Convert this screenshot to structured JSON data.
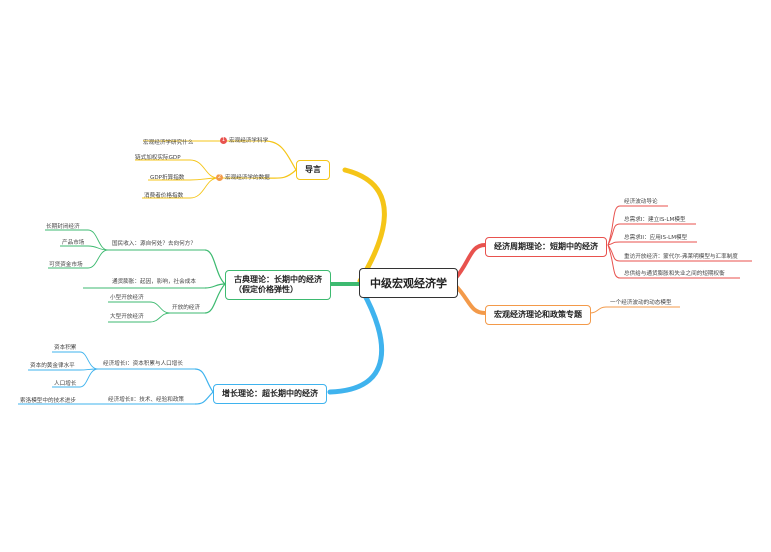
{
  "root": "中级宏观经济学",
  "intro": {
    "title": "导言",
    "items": [
      {
        "badge": "1",
        "badge_color": "#e8524e",
        "label": "宏观经济学科学",
        "children": [
          "宏观经济学研究什么"
        ]
      },
      {
        "badge": "2",
        "badge_color": "#f39a4a",
        "label": "宏观经济学的数据",
        "children": [
          "链式加权实际GDP",
          "GDP折算指数",
          "消费者价格指数"
        ]
      }
    ]
  },
  "classical": {
    "title_line1": "古典理论：长期中的经济",
    "title_line2": "（假定价格弹性）",
    "sub1": {
      "label": "国民收入：源自何处？去向何方？",
      "children": [
        "长期封闭经济",
        "产品市场",
        "可贷资金市场"
      ]
    },
    "sub2": {
      "label": "通货膨胀：起因，影响，社会成本"
    },
    "sub3": {
      "label": "开放的经济",
      "children": [
        "小型开放经济",
        "大型开放经济"
      ]
    }
  },
  "growth": {
    "title": "增长理论：超长期中的经济",
    "sub1": {
      "label": "经济增长I：资本积累与人口增长",
      "children": [
        "资本积累",
        "资本的黄金律水平",
        "人口增长"
      ]
    },
    "sub2": {
      "label": "经济增长II：技术、经验和政策",
      "children": [
        "索洛模型中的技术进步"
      ]
    }
  },
  "cycle": {
    "title": "经济周期理论：短期中的经济",
    "items": [
      "经济波动导论",
      "总需求I：建立IS-LM模型",
      "总需求II：应用IS-LM模型",
      "重访开放经济：蒙代尔-弗莱明模型与汇率制度",
      "总供给与通货膨胀和失业之间的短期权衡"
    ]
  },
  "policy": {
    "title": "宏观经济理论和政策专题",
    "items": [
      "一个经济波动的动态模型"
    ]
  },
  "colors": {
    "yellow": "#f5c518",
    "green": "#3dba70",
    "blue": "#3fb3ee",
    "red": "#e8524e",
    "orange": "#f39a4a"
  }
}
